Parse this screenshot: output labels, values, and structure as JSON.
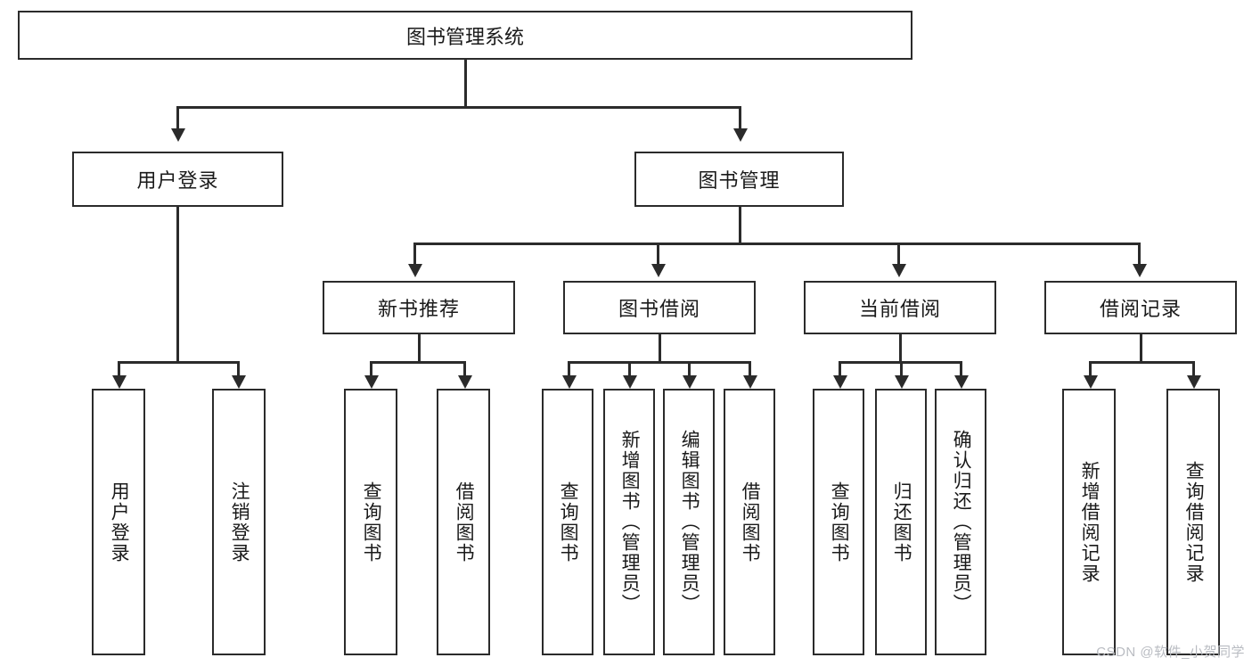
{
  "diagram": {
    "title": "图书管理系统",
    "type": "hierarchy-tree",
    "root": {
      "id": "root",
      "label": "图书管理系统"
    },
    "level2": [
      {
        "id": "user-login",
        "label": "用户登录"
      },
      {
        "id": "book-manage",
        "label": "图书管理"
      }
    ],
    "level3": [
      {
        "id": "new-book-recommend",
        "label": "新书推荐"
      },
      {
        "id": "book-borrow",
        "label": "图书借阅"
      },
      {
        "id": "current-borrow",
        "label": "当前借阅"
      },
      {
        "id": "borrow-record",
        "label": "借阅记录"
      }
    ],
    "leaves": {
      "user_login": [
        {
          "id": "leaf-user-login",
          "label": "用户登录"
        },
        {
          "id": "leaf-user-logout",
          "label": "注销登录"
        }
      ],
      "new_book_recommend": [
        {
          "id": "leaf-query-book-1",
          "label": "查询图书"
        },
        {
          "id": "leaf-borrow-book-1",
          "label": "借阅图书"
        }
      ],
      "book_borrow": [
        {
          "id": "leaf-query-book-2",
          "label": "查询图书"
        },
        {
          "id": "leaf-add-book",
          "label": "新增图书（管理员）"
        },
        {
          "id": "leaf-edit-book",
          "label": "编辑图书（管理员）"
        },
        {
          "id": "leaf-borrow-book-2",
          "label": "借阅图书"
        }
      ],
      "current_borrow": [
        {
          "id": "leaf-query-book-3",
          "label": "查询图书"
        },
        {
          "id": "leaf-return-book",
          "label": "归还图书"
        },
        {
          "id": "leaf-confirm-return",
          "label": "确认归还（管理员）"
        }
      ],
      "borrow_record": [
        {
          "id": "leaf-add-record",
          "label": "新增借阅记录"
        },
        {
          "id": "leaf-query-record",
          "label": "查询借阅记录"
        }
      ]
    }
  },
  "watermark": {
    "text": "CSDN @软件_小贺同学"
  },
  "colors": {
    "line": "#2b2b2b",
    "text": "#1a1a1a",
    "background": "#ffffff",
    "watermark": "#b9bcc2"
  }
}
